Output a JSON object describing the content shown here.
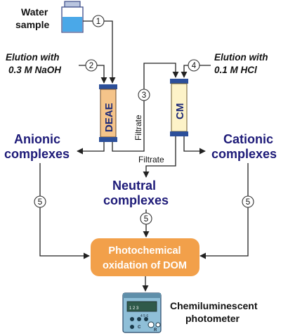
{
  "inputs": {
    "water_sample": [
      "Water",
      "sample"
    ],
    "elution_naoh": [
      "Elution with",
      "0.3 M NaOH"
    ],
    "elution_hcl": [
      "Elution with",
      "0.1 M HCl"
    ]
  },
  "columns": {
    "deae": "DEAE",
    "cm": "CM"
  },
  "filtrate_labels": {
    "vertical": "Filtrate",
    "horizontal": "Filtrate"
  },
  "fractions": {
    "anionic": [
      "Anionic",
      "complexes"
    ],
    "cationic": [
      "Cationic",
      "complexes"
    ],
    "neutral": [
      "Neutral",
      "complexes"
    ]
  },
  "step_numbers": [
    "1",
    "2",
    "3",
    "4",
    "5",
    "5",
    "5"
  ],
  "oxidation": [
    "Photochemical",
    "oxidation of DOM"
  ],
  "detector": [
    "Chemiluminescent",
    "photometer"
  ],
  "photometer_panel_text": [
    "1 2 3",
    "4 5 6",
    "C",
    "R"
  ],
  "colors": {
    "complex_text": "#1d1a78",
    "oxidation_box": "#f2a04a",
    "deae_column": "#f5c48a",
    "cm_column": "#fdf3c8",
    "column_cap": "#2c4f9a",
    "photometer_body": "#8fbfd8"
  }
}
